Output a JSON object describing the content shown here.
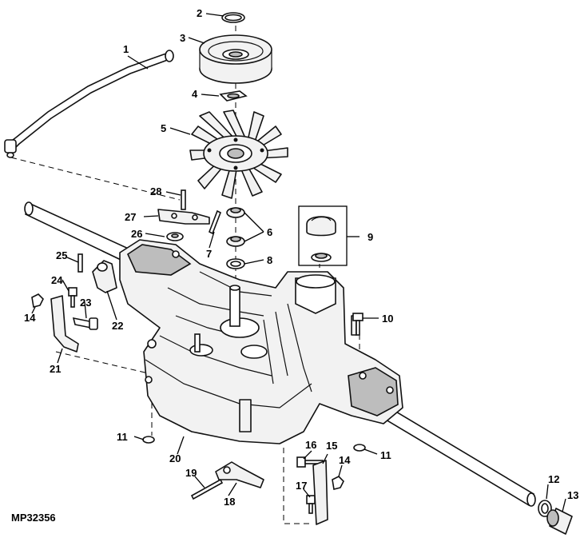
{
  "figure_id": "MP32356",
  "callouts": [
    {
      "number": "1"
    },
    {
      "number": "2"
    },
    {
      "number": "3"
    },
    {
      "number": "4"
    },
    {
      "number": "5"
    },
    {
      "number": "6"
    },
    {
      "number": "7"
    },
    {
      "number": "8"
    },
    {
      "number": "9"
    },
    {
      "number": "10"
    },
    {
      "number": "11"
    },
    {
      "number": "11"
    },
    {
      "number": "12"
    },
    {
      "number": "13"
    },
    {
      "number": "14"
    },
    {
      "number": "14"
    },
    {
      "number": "15"
    },
    {
      "number": "16"
    },
    {
      "number": "17"
    },
    {
      "number": "18"
    },
    {
      "number": "19"
    },
    {
      "number": "20"
    },
    {
      "number": "21"
    },
    {
      "number": "22"
    },
    {
      "number": "23"
    },
    {
      "number": "24"
    },
    {
      "number": "25"
    },
    {
      "number": "26"
    },
    {
      "number": "27"
    },
    {
      "number": "28"
    }
  ]
}
